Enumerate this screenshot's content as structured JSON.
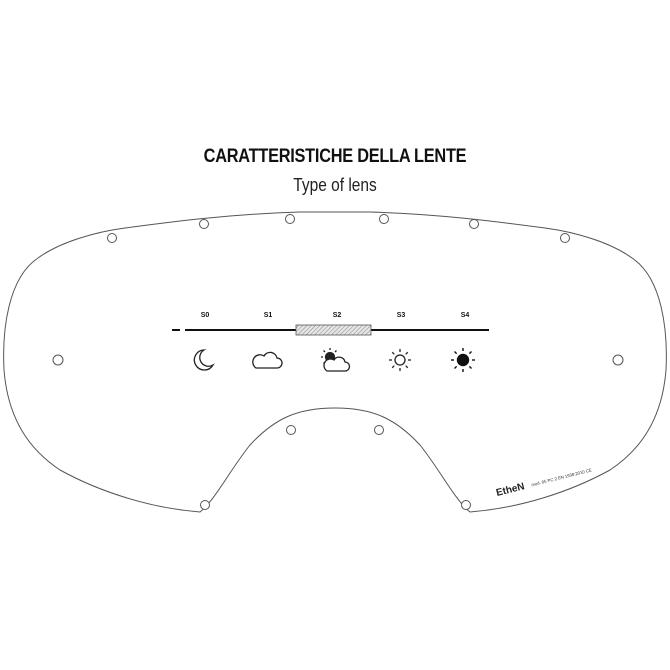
{
  "header": {
    "title": "CARATTERISTICHE DELLA LENTE",
    "subtitle": "Type of lens"
  },
  "lens_scale": {
    "levels": [
      {
        "label": "S0",
        "icon": "moon-icon"
      },
      {
        "label": "S1",
        "icon": "cloud-icon"
      },
      {
        "label": "S2",
        "icon": "partly-sunny-icon"
      },
      {
        "label": "S3",
        "icon": "sun-outline-icon"
      },
      {
        "label": "S4",
        "icon": "sun-filled-icon"
      }
    ],
    "selected": "S2"
  },
  "branding": {
    "logo": "EtheN",
    "certification": "mod. 05 PC 2 EN 1938:2010 CE"
  },
  "colors": {
    "outline": "#555555",
    "text": "#111111",
    "highlight_fill": "#cfcfcf"
  }
}
